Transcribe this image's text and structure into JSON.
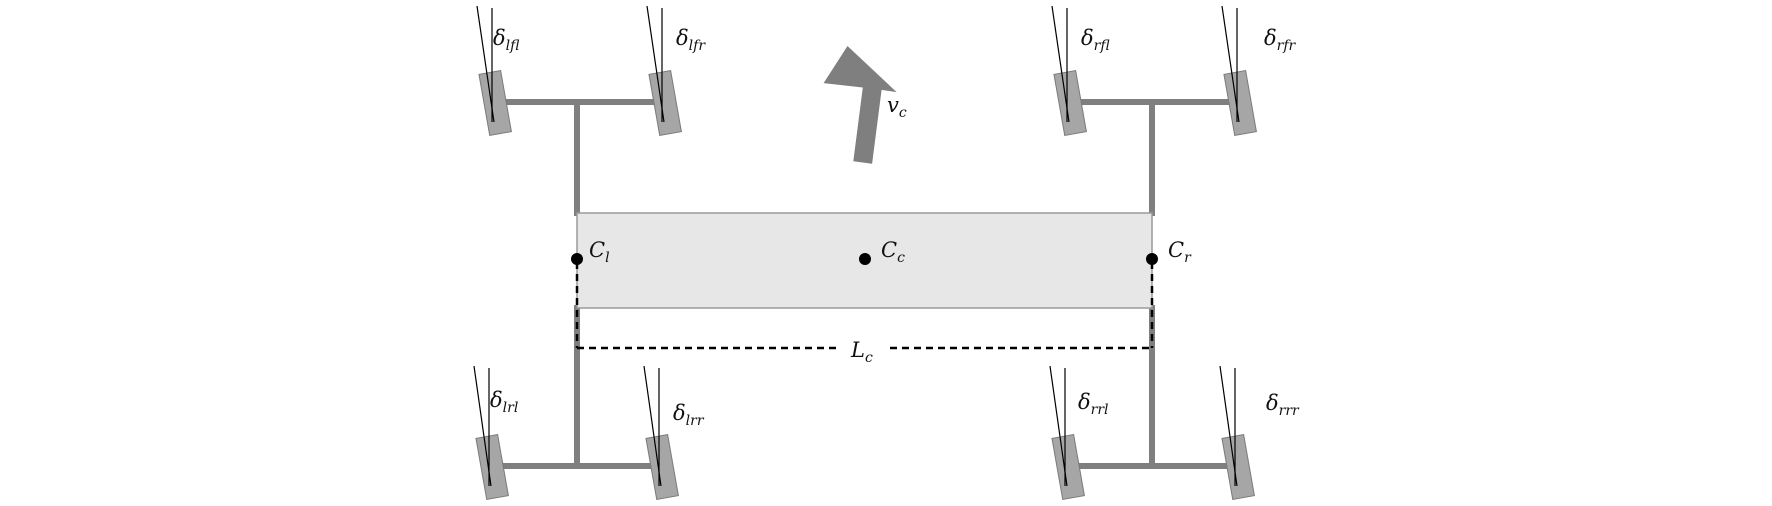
{
  "colors": {
    "frame": "#7f7f7f",
    "wheel": "#a6a6a6",
    "wheel_stroke": "#7a7a7a",
    "platform_fill": "#e7e7e7",
    "platform_stroke": "#9a9a9a",
    "arrow": "#7f7f7f",
    "point": "#000000",
    "dash": "#000000",
    "line": "#000000"
  },
  "labels": {
    "velocity": {
      "base": "v",
      "sub": "c"
    },
    "center": {
      "base": "C",
      "sub": "c"
    },
    "left_center": {
      "base": "C",
      "sub": "l"
    },
    "right_center": {
      "base": "C",
      "sub": "r"
    },
    "length": {
      "base": "L",
      "sub": "c"
    }
  },
  "wheels": [
    {
      "id": "lfl",
      "base": "δ",
      "sub": "lfl"
    },
    {
      "id": "lfr",
      "base": "δ",
      "sub": "lfr"
    },
    {
      "id": "rfl",
      "base": "δ",
      "sub": "rfl"
    },
    {
      "id": "rfr",
      "base": "δ",
      "sub": "rfr"
    },
    {
      "id": "lrl",
      "base": "δ",
      "sub": "lrl"
    },
    {
      "id": "lrr",
      "base": "δ",
      "sub": "lrr"
    },
    {
      "id": "rrl",
      "base": "δ",
      "sub": "rrl"
    },
    {
      "id": "rrr",
      "base": "δ",
      "sub": "rrr"
    }
  ]
}
